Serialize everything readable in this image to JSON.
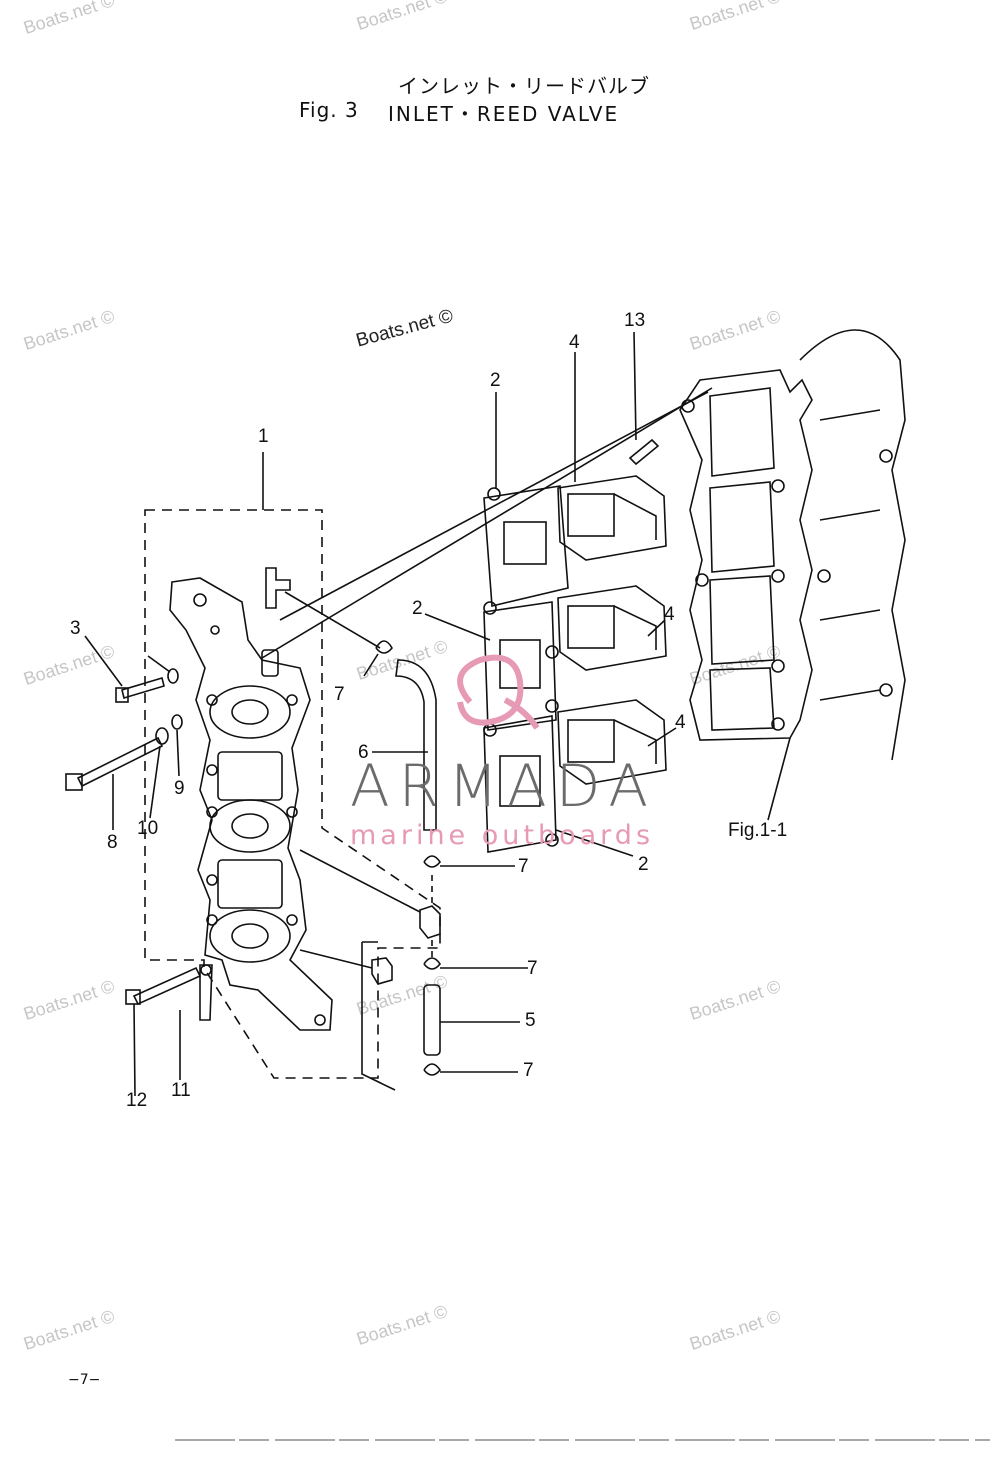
{
  "header": {
    "title_jp": "インレット・リードバルブ",
    "fig_label": "Fig. 3",
    "fig_title": "INLET・REED VALVE"
  },
  "callouts": [
    {
      "num": "1"
    },
    {
      "num": "2"
    },
    {
      "num": "2"
    },
    {
      "num": "2"
    },
    {
      "num": "3"
    },
    {
      "num": "4"
    },
    {
      "num": "4"
    },
    {
      "num": "4"
    },
    {
      "num": "5"
    },
    {
      "num": "6"
    },
    {
      "num": "7"
    },
    {
      "num": "7"
    },
    {
      "num": "7"
    },
    {
      "num": "7"
    },
    {
      "num": "8"
    },
    {
      "num": "9"
    },
    {
      "num": "10"
    },
    {
      "num": "11"
    },
    {
      "num": "12"
    },
    {
      "num": "13"
    }
  ],
  "reference": "Fig.1-1",
  "watermark": {
    "text": "Boats.net ©",
    "brand": "ARMADA",
    "brand_sub": "marine outboards",
    "brand_color": "#e79ab5"
  },
  "page_number": "−7−"
}
